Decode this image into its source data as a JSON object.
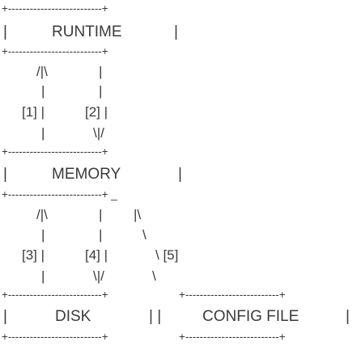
{
  "boxes": {
    "runtime": {
      "label": "RUNTIME",
      "top_border": "+--------------------------+",
      "bottom_border": "+--------------------------+",
      "left_wall": "|",
      "right_wall": "|"
    },
    "memory": {
      "label": "MEMORY",
      "top_border": "+--------------------------+",
      "bottom_border": "+--------------------------+ _",
      "left_wall": "|",
      "right_wall": "|"
    },
    "disk": {
      "label": "DISK",
      "top_border": "+--------------------------+",
      "bottom_border": "+--------------------------+",
      "left_wall": "|",
      "right_wall": "| |"
    },
    "config": {
      "label": "CONFIG FILE",
      "top_border": "+--------------------------+",
      "bottom_border": "+--------------------------+",
      "right_wall": "|"
    }
  },
  "arrows": {
    "upper_left_arrowhead": "/|\\",
    "upper_left_shaft": "|",
    "upper_left_label": "[1] |",
    "upper_left_tail": "|",
    "upper_right_shaft_a": "|",
    "upper_right_shaft_b": "|",
    "upper_right_label": "[2] |",
    "upper_right_arrowhead": "\\|/",
    "lower_left_arrowhead": "/|\\",
    "lower_left_shaft": "|",
    "lower_left_label": "[3] |",
    "lower_left_tail": "|",
    "lower_mid_shaft_a": "|",
    "lower_mid_shaft_b": "|",
    "lower_mid_label": "[4] |",
    "lower_mid_arrowhead": "\\|/",
    "diag_head": "|\\",
    "diag_1": "\\",
    "diag_label": "\\ [5]",
    "diag_2": "\\"
  }
}
